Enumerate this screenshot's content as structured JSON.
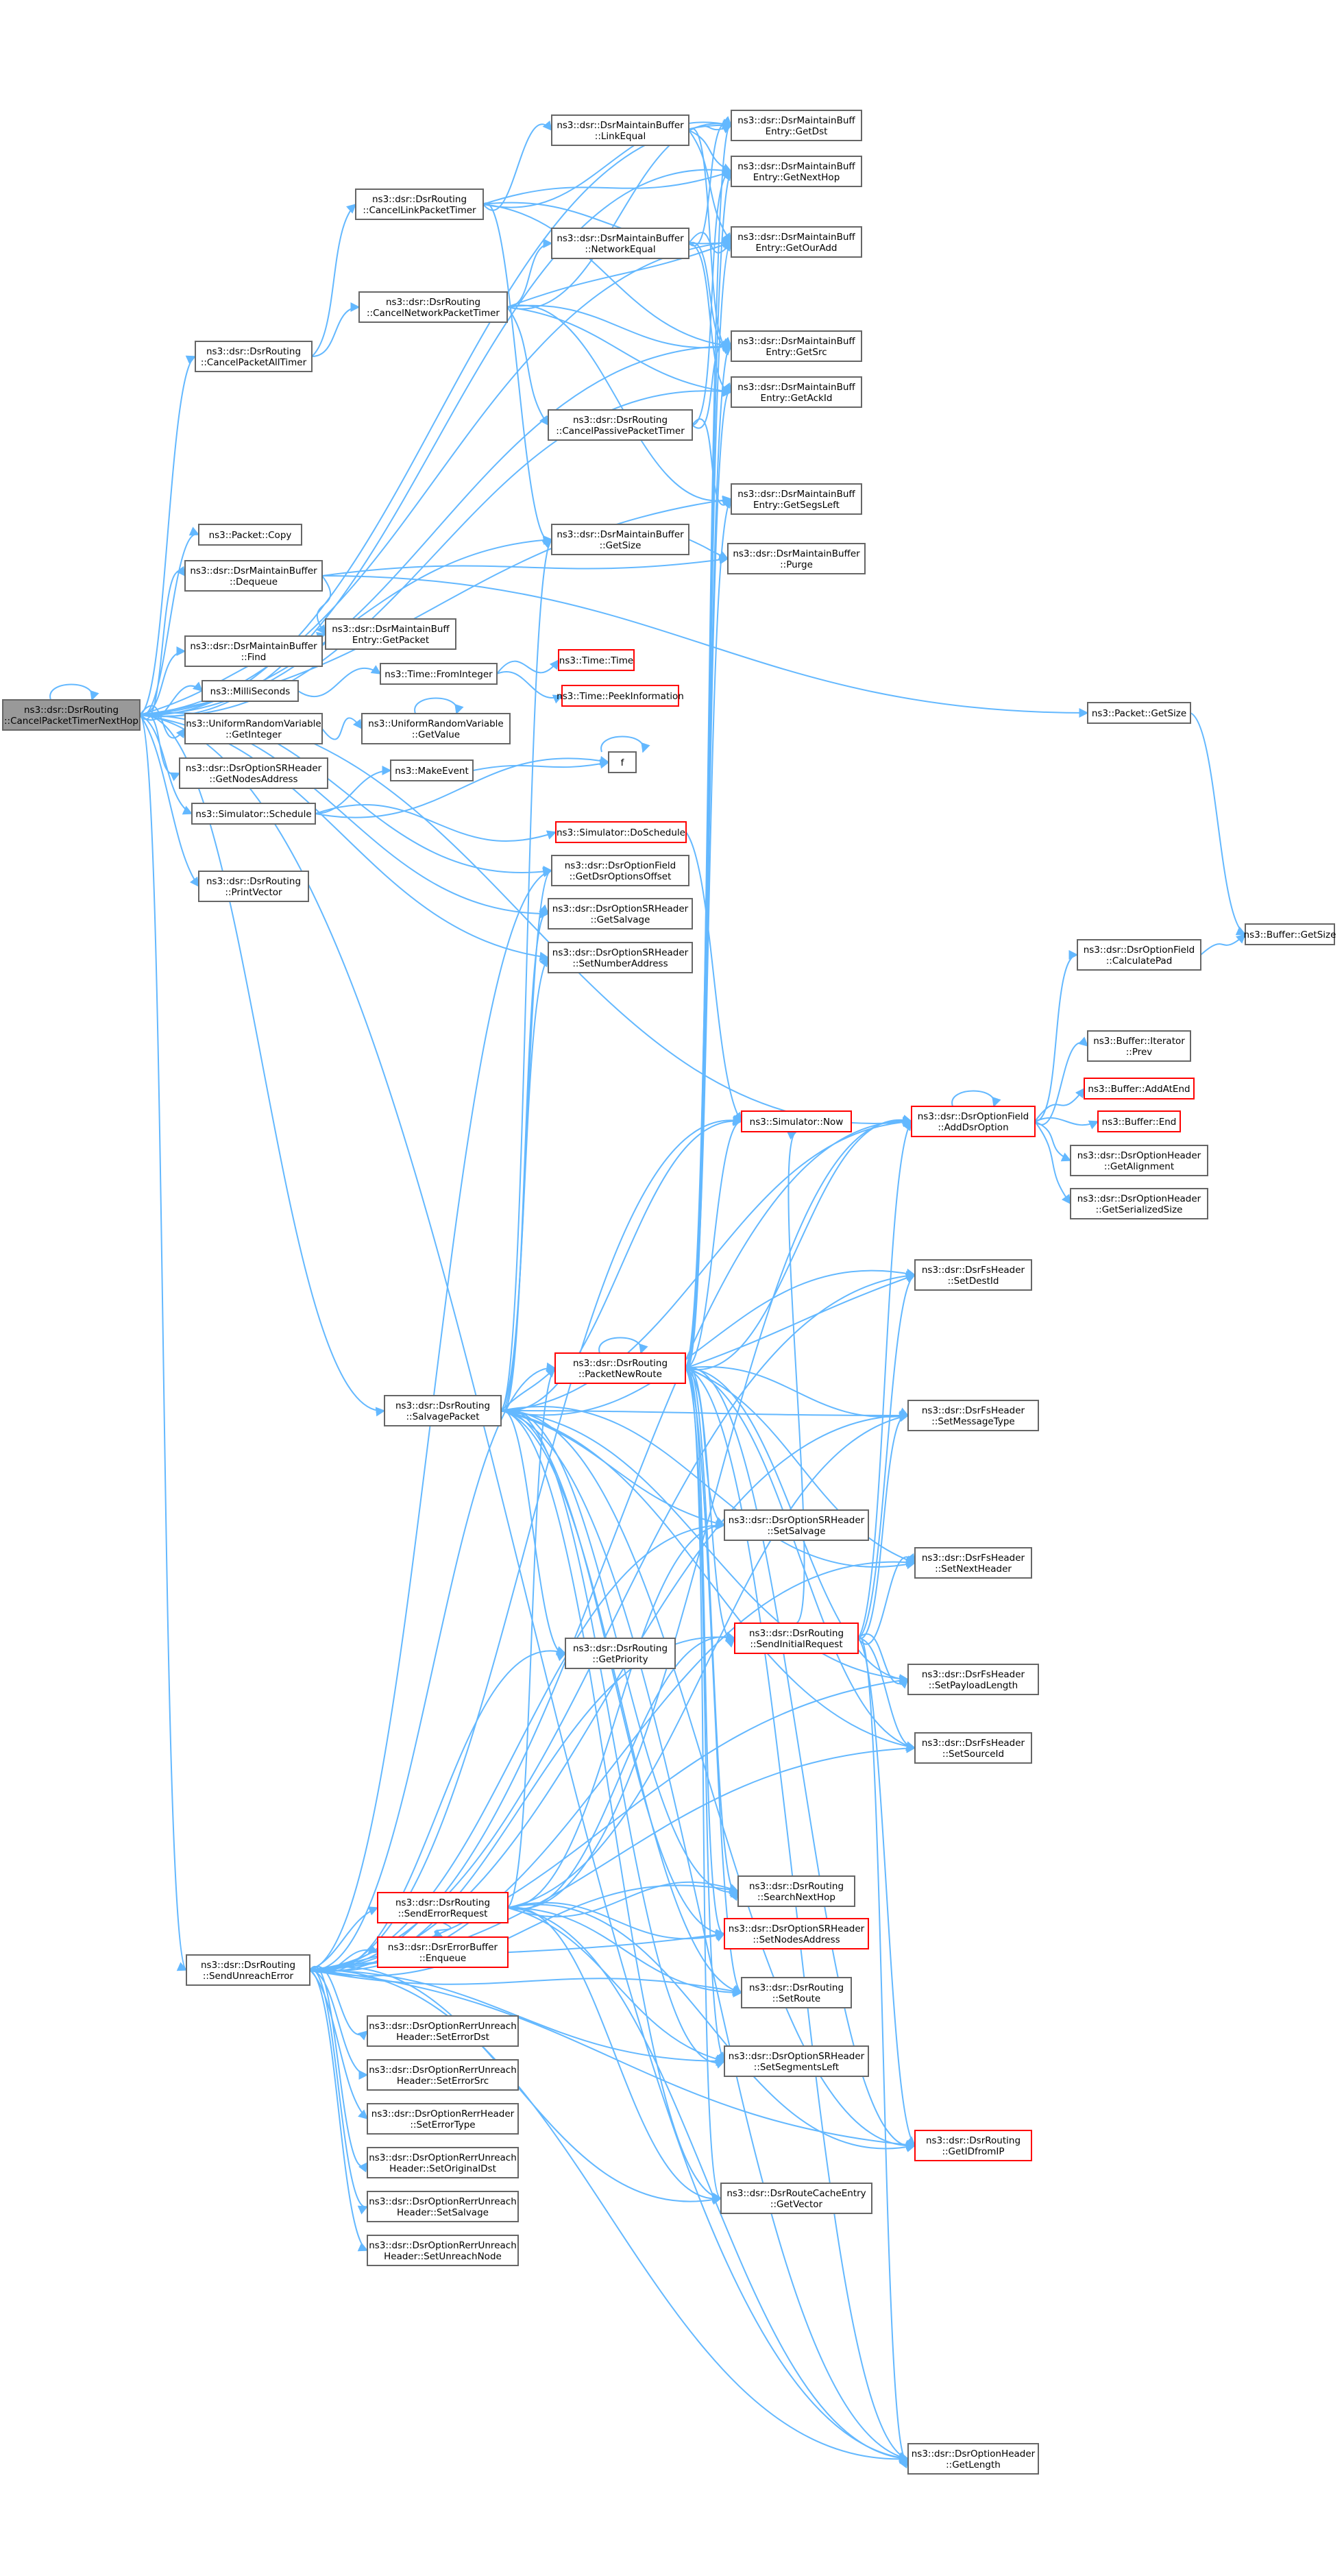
{
  "title": "",
  "nodes": [
    {
      "id": "root",
      "lines": [
        "ns3::dsr::DsrRouting",
        "::CancelPacketTimerNextHop"
      ],
      "style": "root"
    },
    {
      "id": "cancelPacketAllTimer",
      "lines": [
        "ns3::dsr::DsrRouting",
        "::CancelPacketAllTimer"
      ],
      "style": "normal"
    },
    {
      "id": "cancelLinkPacketTimer",
      "lines": [
        "ns3::dsr::DsrRouting",
        "::CancelLinkPacketTimer"
      ],
      "style": "normal"
    },
    {
      "id": "cancelNetworkPacketTimer",
      "lines": [
        "ns3::dsr::DsrRouting",
        "::CancelNetworkPacketTimer"
      ],
      "style": "normal"
    },
    {
      "id": "cancelPassivePacketTimer",
      "lines": [
        "ns3::dsr::DsrRouting",
        "::CancelPassivePacketTimer"
      ],
      "style": "normal"
    },
    {
      "id": "linkEqual",
      "lines": [
        "ns3::dsr::DsrMaintainBuffer",
        "::LinkEqual"
      ],
      "style": "normal"
    },
    {
      "id": "networkEqual",
      "lines": [
        "ns3::dsr::DsrMaintainBuffer",
        "::NetworkEqual"
      ],
      "style": "normal"
    },
    {
      "id": "getDst",
      "lines": [
        "ns3::dsr::DsrMaintainBuff",
        "Entry::GetDst"
      ],
      "style": "normal"
    },
    {
      "id": "getNextHop",
      "lines": [
        "ns3::dsr::DsrMaintainBuff",
        "Entry::GetNextHop"
      ],
      "style": "normal"
    },
    {
      "id": "getOurAdd",
      "lines": [
        "ns3::dsr::DsrMaintainBuff",
        "Entry::GetOurAdd"
      ],
      "style": "normal"
    },
    {
      "id": "getSrc",
      "lines": [
        "ns3::dsr::DsrMaintainBuff",
        "Entry::GetSrc"
      ],
      "style": "normal"
    },
    {
      "id": "getAckId",
      "lines": [
        "ns3::dsr::DsrMaintainBuff",
        "Entry::GetAckId"
      ],
      "style": "normal"
    },
    {
      "id": "getSegsLeft",
      "lines": [
        "ns3::dsr::DsrMaintainBuff",
        "Entry::GetSegsLeft"
      ],
      "style": "normal"
    },
    {
      "id": "mbGetSize",
      "lines": [
        "ns3::dsr::DsrMaintainBuffer",
        "::GetSize"
      ],
      "style": "normal"
    },
    {
      "id": "purge",
      "lines": [
        "ns3::dsr::DsrMaintainBuffer",
        "::Purge"
      ],
      "style": "normal"
    },
    {
      "id": "packetCopy",
      "lines": [
        "ns3::Packet::Copy"
      ],
      "style": "normal"
    },
    {
      "id": "dequeue",
      "lines": [
        "ns3::dsr::DsrMaintainBuffer",
        "::Dequeue"
      ],
      "style": "normal"
    },
    {
      "id": "getPacket",
      "lines": [
        "ns3::dsr::DsrMaintainBuff",
        "Entry::GetPacket"
      ],
      "style": "normal"
    },
    {
      "id": "find",
      "lines": [
        "ns3::dsr::DsrMaintainBuffer",
        "::Find"
      ],
      "style": "normal"
    },
    {
      "id": "milliSeconds",
      "lines": [
        "ns3::MilliSeconds"
      ],
      "style": "normal"
    },
    {
      "id": "fromInteger",
      "lines": [
        "ns3::Time::FromInteger"
      ],
      "style": "normal"
    },
    {
      "id": "timeTime",
      "lines": [
        "ns3::Time::Time"
      ],
      "style": "red"
    },
    {
      "id": "peekInformation",
      "lines": [
        "ns3::Time::PeekInformation"
      ],
      "style": "red"
    },
    {
      "id": "packetGetSize",
      "lines": [
        "ns3::Packet::GetSize"
      ],
      "style": "normal"
    },
    {
      "id": "getInteger",
      "lines": [
        "ns3::UniformRandomVariable",
        "::GetInteger"
      ],
      "style": "normal"
    },
    {
      "id": "getValue",
      "lines": [
        "ns3::UniformRandomVariable",
        "::GetValue"
      ],
      "style": "normal"
    },
    {
      "id": "getNodesAddress",
      "lines": [
        "ns3::dsr::DsrOptionSRHeader",
        "::GetNodesAddress"
      ],
      "style": "normal"
    },
    {
      "id": "makeEvent",
      "lines": [
        "ns3::MakeEvent"
      ],
      "style": "normal"
    },
    {
      "id": "f",
      "lines": [
        "f"
      ],
      "style": "normal"
    },
    {
      "id": "schedule",
      "lines": [
        "ns3::Simulator::Schedule"
      ],
      "style": "normal"
    },
    {
      "id": "doSchedule",
      "lines": [
        "ns3::Simulator::DoSchedule"
      ],
      "style": "red"
    },
    {
      "id": "printVector",
      "lines": [
        "ns3::dsr::DsrRouting",
        "::PrintVector"
      ],
      "style": "normal"
    },
    {
      "id": "getDsrOptionsOffset",
      "lines": [
        "ns3::dsr::DsrOptionField",
        "::GetDsrOptionsOffset"
      ],
      "style": "normal"
    },
    {
      "id": "getSalvage",
      "lines": [
        "ns3::dsr::DsrOptionSRHeader",
        "::GetSalvage"
      ],
      "style": "normal"
    },
    {
      "id": "setNumberAddress",
      "lines": [
        "ns3::dsr::DsrOptionSRHeader",
        "::SetNumberAddress"
      ],
      "style": "normal"
    },
    {
      "id": "bufferGetSize",
      "lines": [
        "ns3::Buffer::GetSize"
      ],
      "style": "normal"
    },
    {
      "id": "calculatePad",
      "lines": [
        "ns3::dsr::DsrOptionField",
        "::CalculatePad"
      ],
      "style": "normal"
    },
    {
      "id": "iteratorPrev",
      "lines": [
        "ns3::Buffer::Iterator",
        "::Prev"
      ],
      "style": "normal"
    },
    {
      "id": "addAtEnd",
      "lines": [
        "ns3::Buffer::AddAtEnd"
      ],
      "style": "red"
    },
    {
      "id": "bufferEnd",
      "lines": [
        "ns3::Buffer::End"
      ],
      "style": "red"
    },
    {
      "id": "addDsrOption",
      "lines": [
        "ns3::dsr::DsrOptionField",
        "::AddDsrOption"
      ],
      "style": "red"
    },
    {
      "id": "simulatorNow",
      "lines": [
        "ns3::Simulator::Now"
      ],
      "style": "red"
    },
    {
      "id": "getAlignment",
      "lines": [
        "ns3::dsr::DsrOptionHeader",
        "::GetAlignment"
      ],
      "style": "normal"
    },
    {
      "id": "getSerializedSize",
      "lines": [
        "ns3::dsr::DsrOptionHeader",
        "::GetSerializedSize"
      ],
      "style": "normal"
    },
    {
      "id": "setDestId",
      "lines": [
        "ns3::dsr::DsrFsHeader",
        "::SetDestId"
      ],
      "style": "normal"
    },
    {
      "id": "salvagePacket",
      "lines": [
        "ns3::dsr::DsrRouting",
        "::SalvagePacket"
      ],
      "style": "normal"
    },
    {
      "id": "packetNewRoute",
      "lines": [
        "ns3::dsr::DsrRouting",
        "::PacketNewRoute"
      ],
      "style": "red"
    },
    {
      "id": "setMessageType",
      "lines": [
        "ns3::dsr::DsrFsHeader",
        "::SetMessageType"
      ],
      "style": "normal"
    },
    {
      "id": "setSalvage",
      "lines": [
        "ns3::dsr::DsrOptionSRHeader",
        "::SetSalvage"
      ],
      "style": "normal"
    },
    {
      "id": "setNextHeader",
      "lines": [
        "ns3::dsr::DsrFsHeader",
        "::SetNextHeader"
      ],
      "style": "normal"
    },
    {
      "id": "sendInitialRequest",
      "lines": [
        "ns3::dsr::DsrRouting",
        "::SendInitialRequest"
      ],
      "style": "red"
    },
    {
      "id": "getPriority",
      "lines": [
        "ns3::dsr::DsrRouting",
        "::GetPriority"
      ],
      "style": "normal"
    },
    {
      "id": "setPayloadLength",
      "lines": [
        "ns3::dsr::DsrFsHeader",
        "::SetPayloadLength"
      ],
      "style": "normal"
    },
    {
      "id": "setSourceId",
      "lines": [
        "ns3::dsr::DsrFsHeader",
        "::SetSourceId"
      ],
      "style": "normal"
    },
    {
      "id": "sendErrorRequest",
      "lines": [
        "ns3::dsr::DsrRouting",
        "::SendErrorRequest"
      ],
      "style": "red"
    },
    {
      "id": "searchNextHop",
      "lines": [
        "ns3::dsr::DsrRouting",
        "::SearchNextHop"
      ],
      "style": "normal"
    },
    {
      "id": "setNodesAddress",
      "lines": [
        "ns3::dsr::DsrOptionSRHeader",
        "::SetNodesAddress"
      ],
      "style": "red"
    },
    {
      "id": "sendUnreachError",
      "lines": [
        "ns3::dsr::DsrRouting",
        "::SendUnreachError"
      ],
      "style": "normal"
    },
    {
      "id": "enqueue",
      "lines": [
        "ns3::dsr::DsrErrorBuffer",
        "::Enqueue"
      ],
      "style": "red"
    },
    {
      "id": "setRoute",
      "lines": [
        "ns3::dsr::DsrRouting",
        "::SetRoute"
      ],
      "style": "normal"
    },
    {
      "id": "setErrorDst",
      "lines": [
        "ns3::dsr::DsrOptionRerrUnreach",
        "Header::SetErrorDst"
      ],
      "style": "normal"
    },
    {
      "id": "setSegmentsLeft",
      "lines": [
        "ns3::dsr::DsrOptionSRHeader",
        "::SetSegmentsLeft"
      ],
      "style": "normal"
    },
    {
      "id": "setErrorSrc",
      "lines": [
        "ns3::dsr::DsrOptionRerrUnreach",
        "Header::SetErrorSrc"
      ],
      "style": "normal"
    },
    {
      "id": "getIDfromIP",
      "lines": [
        "ns3::dsr::DsrRouting",
        "::GetIDfromIP"
      ],
      "style": "red"
    },
    {
      "id": "setErrorType",
      "lines": [
        "ns3::dsr::DsrOptionRerrHeader",
        "::SetErrorType"
      ],
      "style": "normal"
    },
    {
      "id": "setOriginalDst",
      "lines": [
        "ns3::dsr::DsrOptionRerrUnreach",
        "Header::SetOriginalDst"
      ],
      "style": "normal"
    },
    {
      "id": "rceGetVector",
      "lines": [
        "ns3::dsr::DsrRouteCacheEntry",
        "::GetVector"
      ],
      "style": "normal"
    },
    {
      "id": "rerrSetSalvage",
      "lines": [
        "ns3::dsr::DsrOptionRerrUnreach",
        "Header::SetSalvage"
      ],
      "style": "normal"
    },
    {
      "id": "setUnreachNode",
      "lines": [
        "ns3::dsr::DsrOptionRerrUnreach",
        "Header::SetUnreachNode"
      ],
      "style": "normal"
    },
    {
      "id": "getLength",
      "lines": [
        "ns3::dsr::DsrOptionHeader",
        "::GetLength"
      ],
      "style": "normal"
    }
  ],
  "edges": [
    [
      "root",
      "root"
    ],
    [
      "root",
      "cancelPacketAllTimer"
    ],
    [
      "root",
      "getDst"
    ],
    [
      "root",
      "getNextHop"
    ],
    [
      "root",
      "getOurAdd"
    ],
    [
      "root",
      "getSrc"
    ],
    [
      "root",
      "getAckId"
    ],
    [
      "root",
      "getSegsLeft"
    ],
    [
      "root",
      "mbGetSize"
    ],
    [
      "root",
      "packetCopy"
    ],
    [
      "root",
      "dequeue"
    ],
    [
      "root",
      "getPacket"
    ],
    [
      "root",
      "find"
    ],
    [
      "root",
      "milliSeconds"
    ],
    [
      "root",
      "getInteger"
    ],
    [
      "root",
      "getNodesAddress"
    ],
    [
      "root",
      "schedule"
    ],
    [
      "root",
      "printVector"
    ],
    [
      "root",
      "getDsrOptionsOffset"
    ],
    [
      "root",
      "getSalvage"
    ],
    [
      "root",
      "setNumberAddress"
    ],
    [
      "root",
      "addDsrOption"
    ],
    [
      "root",
      "salvagePacket"
    ],
    [
      "root",
      "sendUnreachError"
    ],
    [
      "root",
      "getLength"
    ],
    [
      "cancelPacketAllTimer",
      "cancelLinkPacketTimer"
    ],
    [
      "cancelPacketAllTimer",
      "cancelNetworkPacketTimer"
    ],
    [
      "cancelLinkPacketTimer",
      "getDst"
    ],
    [
      "cancelLinkPacketTimer",
      "getNextHop"
    ],
    [
      "cancelLinkPacketTimer",
      "getOurAdd"
    ],
    [
      "cancelLinkPacketTimer",
      "getSrc"
    ],
    [
      "cancelLinkPacketTimer",
      "linkEqual"
    ],
    [
      "cancelLinkPacketTimer",
      "mbGetSize"
    ],
    [
      "cancelNetworkPacketTimer",
      "networkEqual"
    ],
    [
      "cancelNetworkPacketTimer",
      "getDst"
    ],
    [
      "cancelNetworkPacketTimer",
      "getOurAdd"
    ],
    [
      "cancelNetworkPacketTimer",
      "getSrc"
    ],
    [
      "cancelNetworkPacketTimer",
      "getAckId"
    ],
    [
      "cancelNetworkPacketTimer",
      "cancelPassivePacketTimer"
    ],
    [
      "cancelNetworkPacketTimer",
      "getSegsLeft"
    ],
    [
      "cancelPassivePacketTimer",
      "getNextHop"
    ],
    [
      "cancelPassivePacketTimer",
      "getSrc"
    ],
    [
      "cancelPassivePacketTimer",
      "getSegsLeft"
    ],
    [
      "linkEqual",
      "getDst"
    ],
    [
      "linkEqual",
      "getNextHop"
    ],
    [
      "linkEqual",
      "getOurAdd"
    ],
    [
      "linkEqual",
      "getSrc"
    ],
    [
      "networkEqual",
      "getAckId"
    ],
    [
      "networkEqual",
      "getDst"
    ],
    [
      "networkEqual",
      "getOurAdd"
    ],
    [
      "networkEqual",
      "getSrc"
    ],
    [
      "mbGetSize",
      "purge"
    ],
    [
      "dequeue",
      "getPacket"
    ],
    [
      "dequeue",
      "purge"
    ],
    [
      "dequeue",
      "packetGetSize"
    ],
    [
      "milliSeconds",
      "fromInteger"
    ],
    [
      "fromInteger",
      "timeTime"
    ],
    [
      "fromInteger",
      "peekInformation"
    ],
    [
      "packetGetSize",
      "bufferGetSize"
    ],
    [
      "getInteger",
      "getValue"
    ],
    [
      "getValue",
      "getValue"
    ],
    [
      "schedule",
      "makeEvent"
    ],
    [
      "schedule",
      "f"
    ],
    [
      "schedule",
      "doSchedule"
    ],
    [
      "makeEvent",
      "f"
    ],
    [
      "f",
      "f"
    ],
    [
      "doSchedule",
      "simulatorNow"
    ],
    [
      "addDsrOption",
      "addDsrOption"
    ],
    [
      "addDsrOption",
      "calculatePad"
    ],
    [
      "addDsrOption",
      "iteratorPrev"
    ],
    [
      "addDsrOption",
      "addAtEnd"
    ],
    [
      "addDsrOption",
      "bufferEnd"
    ],
    [
      "addDsrOption",
      "getAlignment"
    ],
    [
      "addDsrOption",
      "getSerializedSize"
    ],
    [
      "calculatePad",
      "bufferGetSize"
    ],
    [
      "salvagePacket",
      "getDsrOptionsOffset"
    ],
    [
      "salvagePacket",
      "getSalvage"
    ],
    [
      "salvagePacket",
      "setNumberAddress"
    ],
    [
      "salvagePacket",
      "addDsrOption"
    ],
    [
      "salvagePacket",
      "simulatorNow"
    ],
    [
      "salvagePacket",
      "setDestId"
    ],
    [
      "salvagePacket",
      "packetNewRoute"
    ],
    [
      "salvagePacket",
      "setMessageType"
    ],
    [
      "salvagePacket",
      "setSalvage"
    ],
    [
      "salvagePacket",
      "setNextHeader"
    ],
    [
      "salvagePacket",
      "getPriority"
    ],
    [
      "salvagePacket",
      "setPayloadLength"
    ],
    [
      "salvagePacket",
      "setSourceId"
    ],
    [
      "salvagePacket",
      "searchNextHop"
    ],
    [
      "salvagePacket",
      "setNodesAddress"
    ],
    [
      "salvagePacket",
      "setRoute"
    ],
    [
      "salvagePacket",
      "setSegmentsLeft"
    ],
    [
      "salvagePacket",
      "getIDfromIP"
    ],
    [
      "salvagePacket",
      "rceGetVector"
    ],
    [
      "salvagePacket",
      "getLength"
    ],
    [
      "salvagePacket",
      "mbGetSize"
    ],
    [
      "packetNewRoute",
      "packetNewRoute"
    ],
    [
      "packetNewRoute",
      "getDst"
    ],
    [
      "packetNewRoute",
      "getNextHop"
    ],
    [
      "packetNewRoute",
      "getOurAdd"
    ],
    [
      "packetNewRoute",
      "getSrc"
    ],
    [
      "packetNewRoute",
      "getAckId"
    ],
    [
      "packetNewRoute",
      "getSegsLeft"
    ],
    [
      "packetNewRoute",
      "simulatorNow"
    ],
    [
      "packetNewRoute",
      "addDsrOption"
    ],
    [
      "packetNewRoute",
      "setDestId"
    ],
    [
      "packetNewRoute",
      "setMessageType"
    ],
    [
      "packetNewRoute",
      "setSalvage"
    ],
    [
      "packetNewRoute",
      "setNextHeader"
    ],
    [
      "packetNewRoute",
      "sendInitialRequest"
    ],
    [
      "packetNewRoute",
      "setPayloadLength"
    ],
    [
      "packetNewRoute",
      "setSourceId"
    ],
    [
      "packetNewRoute",
      "searchNextHop"
    ],
    [
      "packetNewRoute",
      "setNodesAddress"
    ],
    [
      "packetNewRoute",
      "setRoute"
    ],
    [
      "packetNewRoute",
      "setSegmentsLeft"
    ],
    [
      "packetNewRoute",
      "getIDfromIP"
    ],
    [
      "packetNewRoute",
      "rceGetVector"
    ],
    [
      "packetNewRoute",
      "getLength"
    ],
    [
      "sendInitialRequest",
      "addDsrOption"
    ],
    [
      "sendInitialRequest",
      "setDestId"
    ],
    [
      "sendInitialRequest",
      "setMessageType"
    ],
    [
      "sendInitialRequest",
      "setNextHeader"
    ],
    [
      "sendInitialRequest",
      "setPayloadLength"
    ],
    [
      "sendInitialRequest",
      "setSourceId"
    ],
    [
      "sendInitialRequest",
      "getIDfromIP"
    ],
    [
      "sendInitialRequest",
      "getLength"
    ],
    [
      "sendInitialRequest",
      "simulatorNow"
    ],
    [
      "sendErrorRequest",
      "enqueue"
    ],
    [
      "sendErrorRequest",
      "searchNextHop"
    ],
    [
      "sendErrorRequest",
      "setNodesAddress"
    ],
    [
      "sendErrorRequest",
      "setRoute"
    ],
    [
      "sendErrorRequest",
      "setSegmentsLeft"
    ],
    [
      "sendErrorRequest",
      "getIDfromIP"
    ],
    [
      "sendErrorRequest",
      "rceGetVector"
    ],
    [
      "sendErrorRequest",
      "getLength"
    ],
    [
      "sendErrorRequest",
      "addDsrOption"
    ],
    [
      "sendErrorRequest",
      "packetNewRoute"
    ],
    [
      "sendErrorRequest",
      "setSalvage"
    ],
    [
      "sendErrorRequest",
      "sendInitialRequest"
    ],
    [
      "sendErrorRequest",
      "setMessageType"
    ],
    [
      "sendUnreachError",
      "sendErrorRequest"
    ],
    [
      "sendUnreachError",
      "enqueue"
    ],
    [
      "sendUnreachError",
      "setRoute"
    ],
    [
      "sendUnreachError",
      "setErrorDst"
    ],
    [
      "sendUnreachError",
      "setErrorSrc"
    ],
    [
      "sendUnreachError",
      "setErrorType"
    ],
    [
      "sendUnreachError",
      "setOriginalDst"
    ],
    [
      "sendUnreachError",
      "rerrSetSalvage"
    ],
    [
      "sendUnreachError",
      "setUnreachNode"
    ],
    [
      "sendUnreachError",
      "searchNextHop"
    ],
    [
      "sendUnreachError",
      "setNodesAddress"
    ],
    [
      "sendUnreachError",
      "setSegmentsLeft"
    ],
    [
      "sendUnreachError",
      "getIDfromIP"
    ],
    [
      "sendUnreachError",
      "rceGetVector"
    ],
    [
      "sendUnreachError",
      "getLength"
    ],
    [
      "sendUnreachError",
      "packetNewRoute"
    ],
    [
      "sendUnreachError",
      "getPriority"
    ],
    [
      "sendUnreachError",
      "setDestId"
    ],
    [
      "sendUnreachError",
      "setMessageType"
    ],
    [
      "sendUnreachError",
      "setNextHeader"
    ],
    [
      "sendUnreachError",
      "setPayloadLength"
    ],
    [
      "sendUnreachError",
      "setSourceId"
    ],
    [
      "sendUnreachError",
      "addDsrOption"
    ],
    [
      "sendUnreachError",
      "simulatorNow"
    ],
    [
      "sendUnreachError",
      "getDsrOptionsOffset"
    ],
    [
      "sendUnreachError",
      "setSalvage"
    ],
    [
      "sendUnreachError",
      "sendInitialRequest"
    ]
  ]
}
